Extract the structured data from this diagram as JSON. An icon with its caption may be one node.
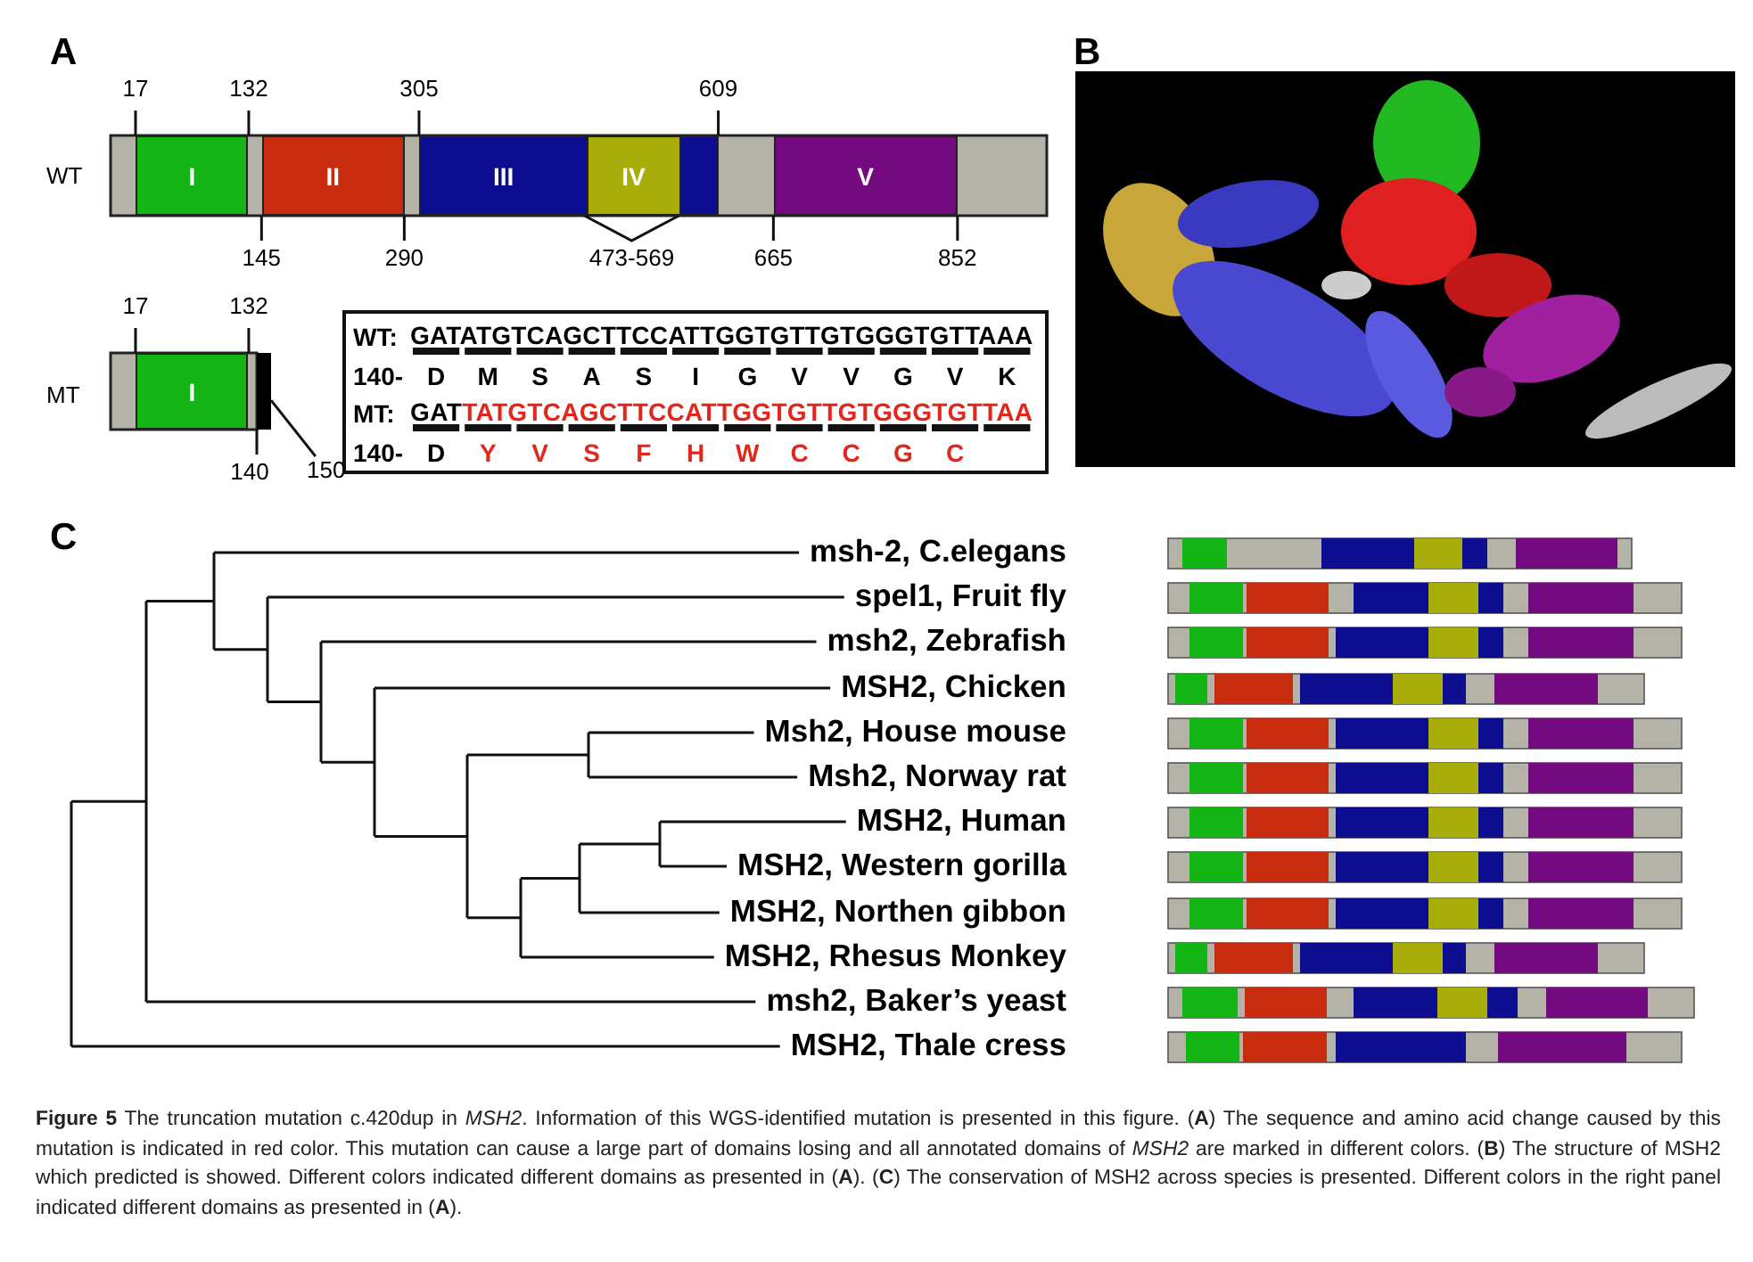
{
  "diagram": {
    "caption": "**Figure 5** The truncation mutation c.420dup in *MSH2*. Information of this WGS-identified mutation is presented in this figure. (**A**) The sequence and amino acid change caused by this mutation is indicated in red color. This mutation can cause a large part of domains losing and all annotated domains of *MSH2* are marked in different colors. (**B**) The structure of MSH2 which predicted is showed. Different colors indicated different domains as presented in (**A**). (**C**) The conservation of MSH2 across species is presented. Different colors in the right panel indicated different domains as presented in (**A**).",
    "nodes": [
      {
        "text": [
          "I"
        ],
        "beside": [
          "17",
          "132"
        ]
      },
      {
        "text": [
          "II"
        ],
        "beside": [
          "145",
          "290"
        ]
      },
      {
        "text": [
          "III"
        ],
        "beside": [
          "305",
          "609"
        ]
      },
      {
        "text": [
          "IV"
        ],
        "in": 2
      },
      {
        "text": [
          "V"
        ],
        "beside": [
          "665",
          "852"
        ]
      },
      {
        "text": [
          "I"
        ],
        "beside": [
          "17",
          "132"
        ]
      },
      {
        "text": [],
        "shape": "bar",
        "beside": [
          "140"
        ]
      },
      {
        "text": [
          "150"
        ]
      }
    ],
    "edges": [
      {
        "from": 7,
        "to": 6,
        "arrow": "none"
      }
    ],
    "labels": [
      "A",
      "WT",
      "473-569",
      "MT",
      "WT:",
      "GATATGTCAGCTTCCATTGGTGTTGTGGGTGTTAAA",
      "140-",
      "D",
      "M",
      "S",
      "A",
      "S",
      "I",
      "G",
      "V",
      "V",
      "G",
      "V",
      "K",
      "MT:",
      "GAT",
      "TATGTCAGCTTCCATTGGTGTTGTGGGTGTTAA",
      "140-",
      "D",
      "Y",
      "V",
      "S",
      "F",
      "H",
      "W",
      "C",
      "C",
      "G",
      "C",
      "B",
      "C",
      "msh-2, C.elegans",
      "spel1, Fruit fly",
      "msh2, Zebrafish",
      "MSH2, Chicken",
      "Msh2, House mouse",
      "Msh2, Norway rat",
      "MSH2, Human",
      "MSH2, Western gorilla",
      "MSH2, Northen gibbon",
      "MSH2, Rhesus Monkey",
      "msh2, Baker’s yeast",
      "MSH2, Thale cress"
    ]
  }
}
